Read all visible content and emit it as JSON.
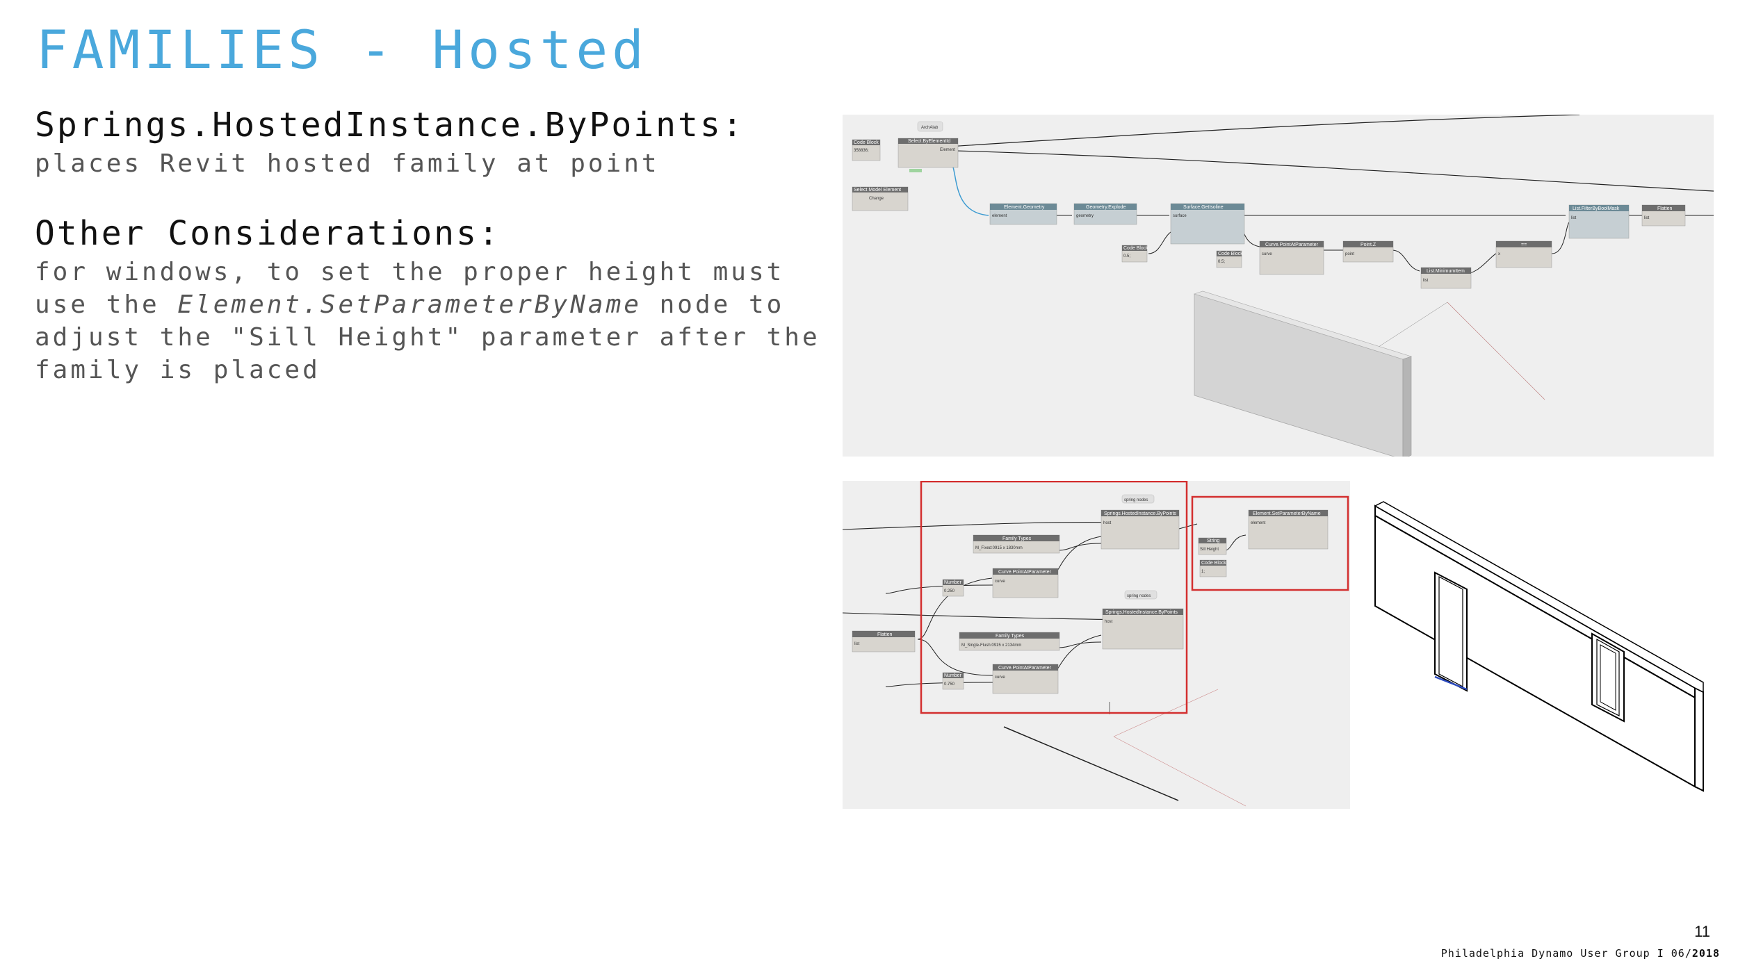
{
  "slide": {
    "title": "FAMILIES - Hosted",
    "section1": {
      "heading": "Springs.HostedInstance.ByPoints:",
      "text": "places Revit hosted family at point"
    },
    "section2": {
      "heading": "Other Considerations:",
      "text_before": "for windows, to set the proper height must use the ",
      "text_emphasis": "Element.SetParameterByName",
      "text_after": " node to adjust the \"Sill Height\" parameter after the family is placed"
    },
    "page_number": "11",
    "footer": {
      "org": "Philadelphia Dynamo User Group",
      "separator": "I",
      "date_prefix": "06/",
      "date_year": "2018"
    }
  },
  "graph_top": {
    "group_label": "ArchAlab",
    "nodes": [
      {
        "title": "Code Block",
        "text": "358836;"
      },
      {
        "title": "Select.ByElementId",
        "text": "Element"
      },
      {
        "title": "Select Model Element",
        "text": "Change"
      },
      {
        "title": "Element.Geometry",
        "text": "element"
      },
      {
        "title": "Geometry.Explode",
        "text": "geometry"
      },
      {
        "title": "Surface.GetIsoline",
        "text": "surface"
      },
      {
        "title": "Code Block",
        "text": "0.5;"
      },
      {
        "title": "Code Block",
        "text": "0.5;"
      },
      {
        "title": "Curve.PointAtParameter",
        "text": "curve"
      },
      {
        "title": "Point.Z",
        "text": "point"
      },
      {
        "title": "List.MinimumItem",
        "text": "list"
      },
      {
        "title": "==",
        "text": "x"
      },
      {
        "title": "List.FilterByBoolMask",
        "text": "list"
      },
      {
        "title": "Flatten",
        "text": "list"
      }
    ]
  },
  "graph_bottom": {
    "group_labels": [
      "spring nodes",
      "spring nodes"
    ],
    "nodes": [
      {
        "title": "Family Types",
        "text": "M_Fixed:0915 x 1830mm"
      },
      {
        "title": "Springs.HostedInstance.ByPoints",
        "text": "host"
      },
      {
        "title": "Curve.PointAtParameter",
        "text": "curve"
      },
      {
        "title": "Number",
        "text": "0.250"
      },
      {
        "title": "Flatten",
        "text": "list"
      },
      {
        "title": "Family Types",
        "text": "M_Single-Flush:0915 x 2134mm"
      },
      {
        "title": "Springs.HostedInstance.ByPoints",
        "text": "host"
      },
      {
        "title": "Curve.PointAtParameter",
        "text": "curve"
      },
      {
        "title": "Number",
        "text": "0.750"
      },
      {
        "title": "Element.SetParameterByName",
        "text": "element"
      },
      {
        "title": "String",
        "text": "Sill Height"
      },
      {
        "title": "Code Block",
        "text": "1;"
      }
    ]
  },
  "colors": {
    "title": "#4aa8dc",
    "highlight_box": "#d32f2f",
    "node_header": "#6d6d6d",
    "selected_node_header": "#6c8a96"
  }
}
